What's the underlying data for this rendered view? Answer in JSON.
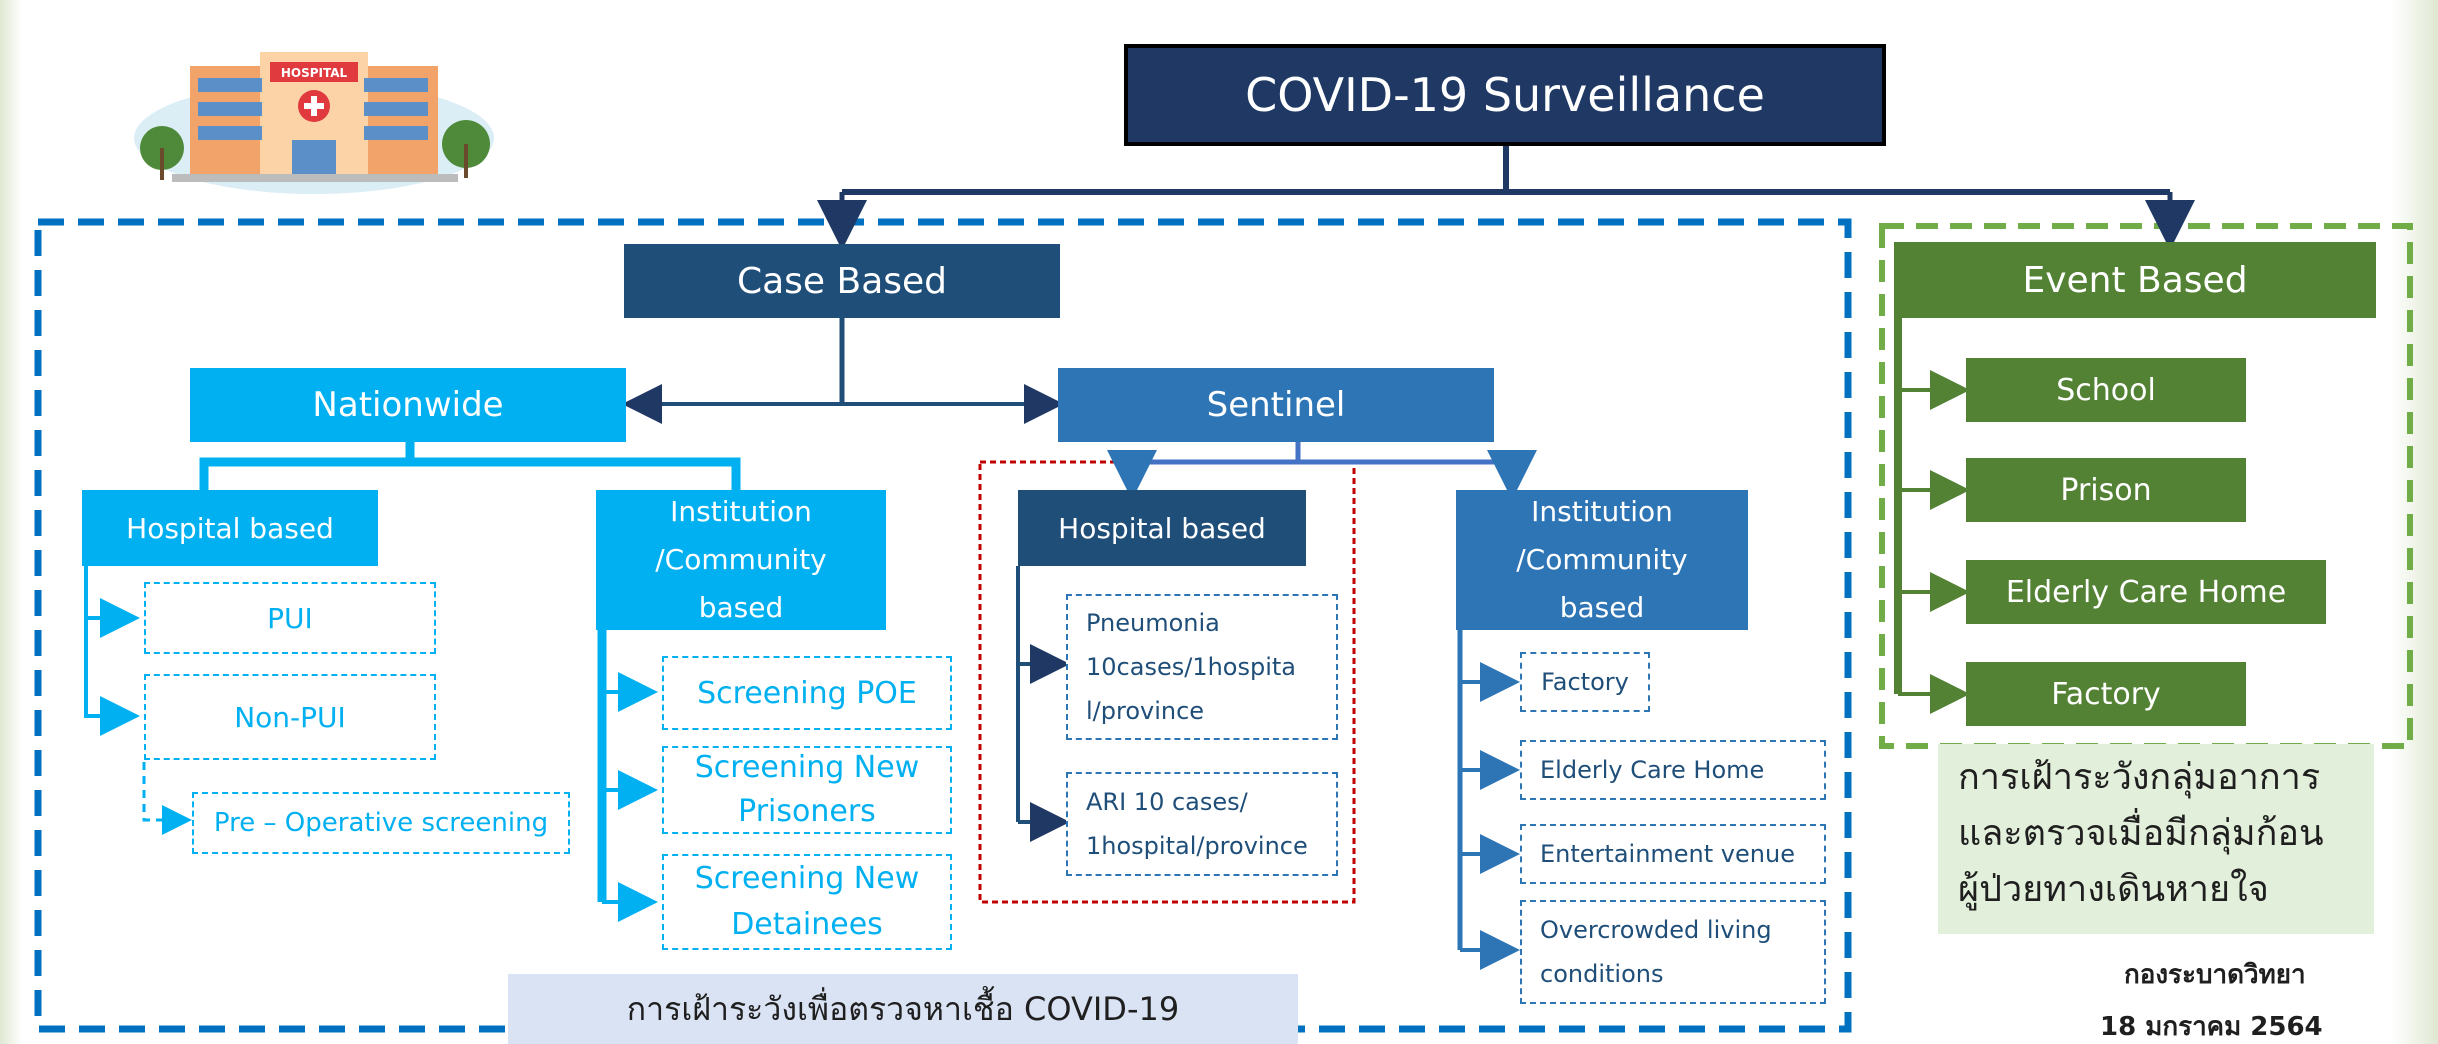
{
  "title": "COVID-19 Surveillance",
  "case_based": {
    "label": "Case Based",
    "nationwide": {
      "label": "Nationwide",
      "hospital": {
        "label": "Hospital based",
        "items": [
          "PUI",
          "Non-PUI",
          "Pre – Operative screening"
        ]
      },
      "institution": {
        "label": "Institution\n/Community\nbased",
        "items": [
          "Screening POE",
          "Screening New\nPrisoners",
          "Screening New\nDetainees"
        ]
      }
    },
    "sentinel": {
      "label": "Sentinel",
      "hospital": {
        "label": "Hospital based",
        "items": [
          "Pneumonia\n10cases/1hospita\nl/province",
          "ARI 10 cases/\n1hospital/province"
        ]
      },
      "institution": {
        "label": "Institution\n/Community\nbased",
        "items": [
          "Factory",
          "Elderly Care Home",
          "Entertainment venue",
          "Overcrowded living\nconditions"
        ]
      }
    },
    "bottom_note": "การเฝ้าระวังเพื่อตรวจหาเชื้อ COVID-19"
  },
  "event_based": {
    "label": "Event Based",
    "items": [
      "School",
      "Prison",
      "Elderly Care Home",
      "Factory"
    ],
    "note": "การเฝ้าระวังกลุ่มอาการ\nและตรวจเมื่อมีกลุ่มก้อน\nผู้ป่วยทางเดินหายใจ"
  },
  "footer": {
    "org": "กองระบาดวิทยา",
    "date": "18 มกราคม 2564"
  },
  "hospital_sign": "HOSPITAL",
  "colors": {
    "navy": "#1f3864",
    "case_blue": "#1f4e79",
    "cyan": "#00b0f0",
    "mid_blue": "#2e75b6",
    "green": "#548235",
    "sentinel_frame": "#c00000"
  }
}
